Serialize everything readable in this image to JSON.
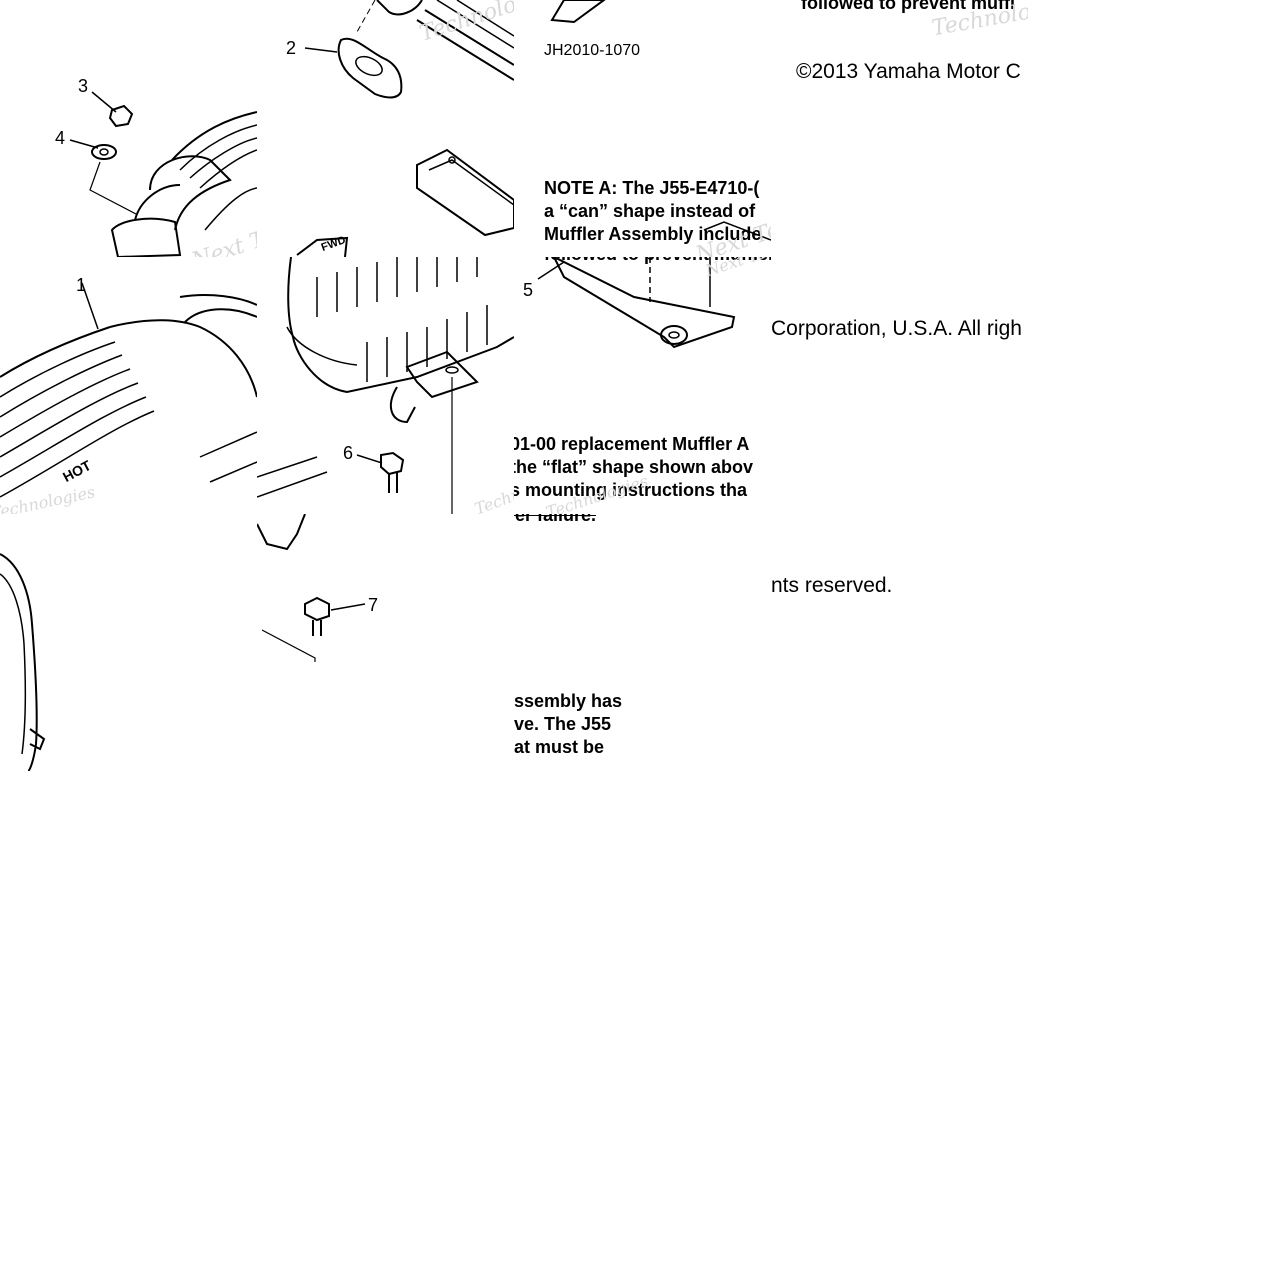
{
  "diagram": {
    "code": "JH2010-1070",
    "copyright": "©2013 Yamaha Motor Corporation, U.S.A. All rights reserved.",
    "copyright_parts": [
      "©2013 Yamaha Motor C",
      "Corporation, U.S.A. All righ",
      "nts reserved."
    ],
    "note_top_fragment": "followed to prevent muffl",
    "note_a_frag_1": [
      "NOTE A: The J55-E4710-(",
      "a “can” shape instead of",
      "Muffler Assembly include",
      "followed to prevent muffler failure."
    ],
    "note_a_frag_2": [
      "01-00 replacement Muffler A",
      "the “flat” shape shown abov",
      "s mounting instructions tha",
      "ler failure."
    ],
    "note_a_frag_3": [
      "ssembly has",
      "ve. The J55",
      "at must be"
    ],
    "callouts": [
      "1",
      "2",
      "3",
      "4",
      "5",
      "6",
      "7"
    ],
    "fwd_label": "FWD",
    "hot_label": "HOT",
    "watermark": [
      "Technologies",
      "Next Tech",
      "Next Technologies"
    ]
  }
}
